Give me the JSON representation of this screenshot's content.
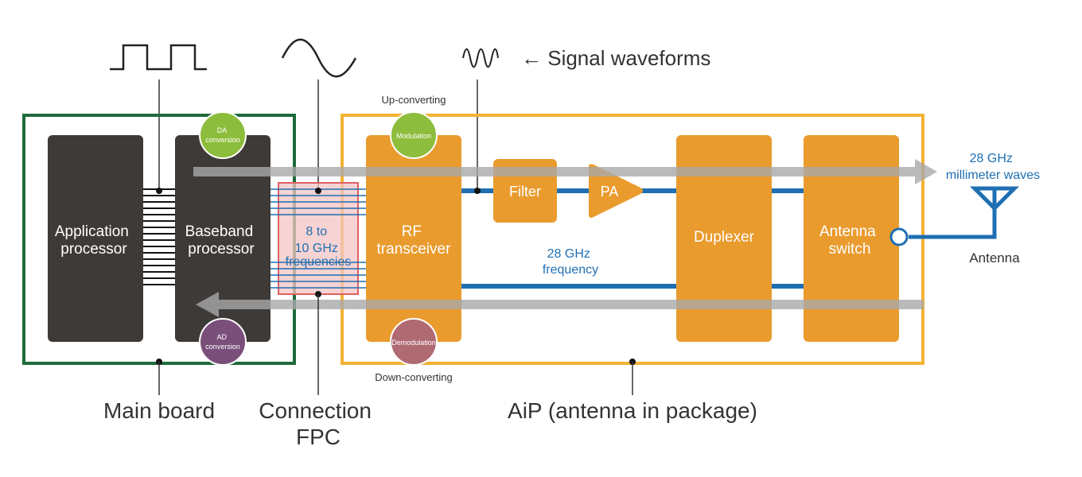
{
  "legend": {
    "signal_waveforms": "← Signal waveforms"
  },
  "blocks": {
    "application_processor": [
      "Application",
      "processor"
    ],
    "baseband_processor": [
      "Baseband",
      "processor"
    ],
    "rf_transceiver": [
      "RF",
      "transceiver"
    ],
    "filter": "Filter",
    "pa": "PA",
    "duplexer": "Duplexer",
    "antenna_switch": [
      "Antenna",
      "switch"
    ]
  },
  "circles": {
    "da": [
      "DA",
      "conversion"
    ],
    "ad": [
      "AD",
      "conversion"
    ],
    "modulation": "Modulation",
    "demodulation": "Demodulation"
  },
  "labels": {
    "up_converting": "Up-converting",
    "down_converting": "Down-converting",
    "fpc_frequencies": [
      "8 to",
      "10 GHz",
      "frequencies"
    ],
    "frequency_28": [
      "28 GHz",
      "frequency"
    ],
    "mmwave_28": [
      "28 GHz",
      "millimeter waves"
    ],
    "antenna": "Antenna"
  },
  "sections": {
    "main_board": "Main board",
    "connection_fpc": [
      "Connection",
      "FPC"
    ],
    "aip": "AiP (antenna in package)"
  },
  "colors": {
    "main_board_border": "#1e6b3a",
    "aip_border": "#f2b233",
    "orange_block": "#e99b2e",
    "dark_block": "#3e3a38",
    "signal_blue": "#1f6fb2",
    "flow_arrow": "#a9a9a9",
    "fpc_fill": "#f4c4c4",
    "fpc_border": "#e06060",
    "da_circle": "#8dbd3c",
    "ad_circle": "#7a4f7a",
    "modulation_circle": "#8dbd3c",
    "demodulation_circle": "#b06a72"
  },
  "icons": [
    "square-wave-icon",
    "sine-wave-icon",
    "high-frequency-wave-icon",
    "antenna-icon"
  ]
}
